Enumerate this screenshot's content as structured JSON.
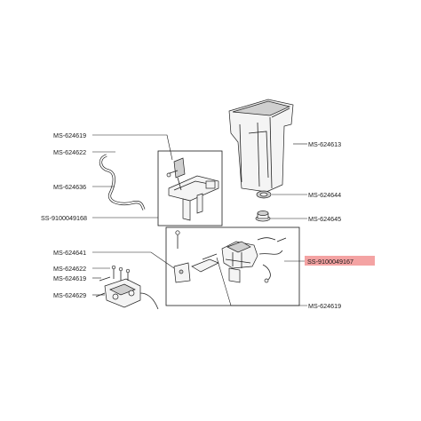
{
  "diagram": {
    "labels": {
      "ms_624619_top": "MS-624619",
      "ms_624622_top": "MS-624622",
      "ms_624636": "MS-624636",
      "ss_9100049168": "SS-9100049168",
      "ms_624613": "MS-624613",
      "ms_624644": "MS-624644",
      "ms_624645": "MS-624645",
      "ms_624641": "MS-624641",
      "ss_9100049167": "SS-9100049167",
      "ms_624622_bot": "MS-624622",
      "ms_624619_mid": "MS-624619",
      "ms_624629": "MS-624629",
      "ms_624619_bot": "MS-624619"
    },
    "highlight_color": "#f4a3a3"
  }
}
